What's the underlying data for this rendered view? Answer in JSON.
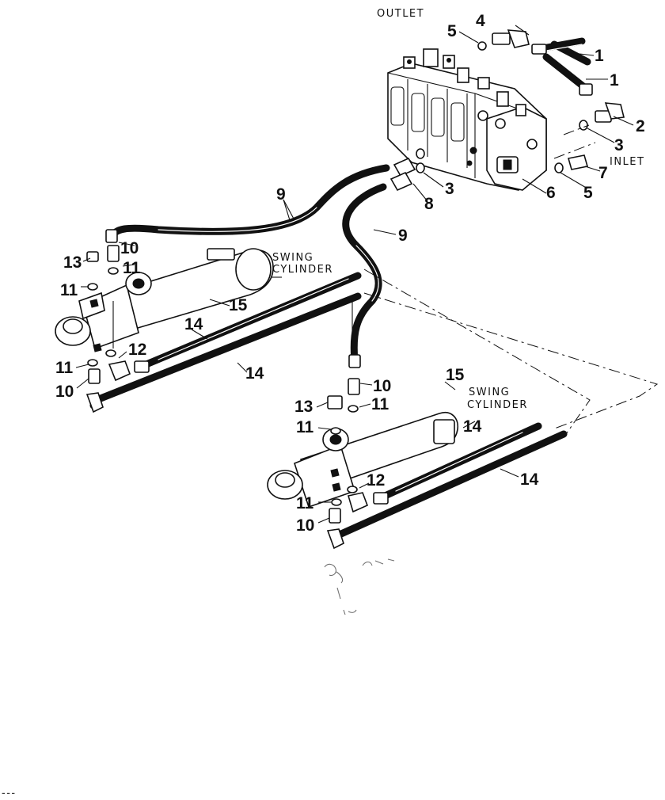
{
  "labels": {
    "outlet": "OUTLET",
    "inlet": "INLET",
    "swing_cylinder_line1": "SWING",
    "swing_cylinder_line2": "CYLINDER",
    "swing_cylinder_b_line1": "SWING",
    "swing_cylinder_b_line2": "CYLINDER"
  },
  "callouts": {
    "c1a": "1",
    "c1b": "1",
    "c2": "2",
    "c3a": "3",
    "c3b": "3",
    "c4": "4",
    "c5a": "5",
    "c5b": "5",
    "c6": "6",
    "c7": "7",
    "c8": "8",
    "c9a": "9",
    "c9b": "9",
    "c10a": "10",
    "c10b": "10",
    "c10c": "10",
    "c10d": "10",
    "c11a": "11",
    "c11b": "11",
    "c11c": "11",
    "c11d": "11",
    "c11e": "11",
    "c11f": "11",
    "c12a": "12",
    "c12b": "12",
    "c13a": "13",
    "c13b": "13",
    "c14a": "14",
    "c14b": "14",
    "c14c": "14",
    "c14d": "14",
    "c15a": "15",
    "c15b": "15"
  },
  "footer_mark": "---"
}
